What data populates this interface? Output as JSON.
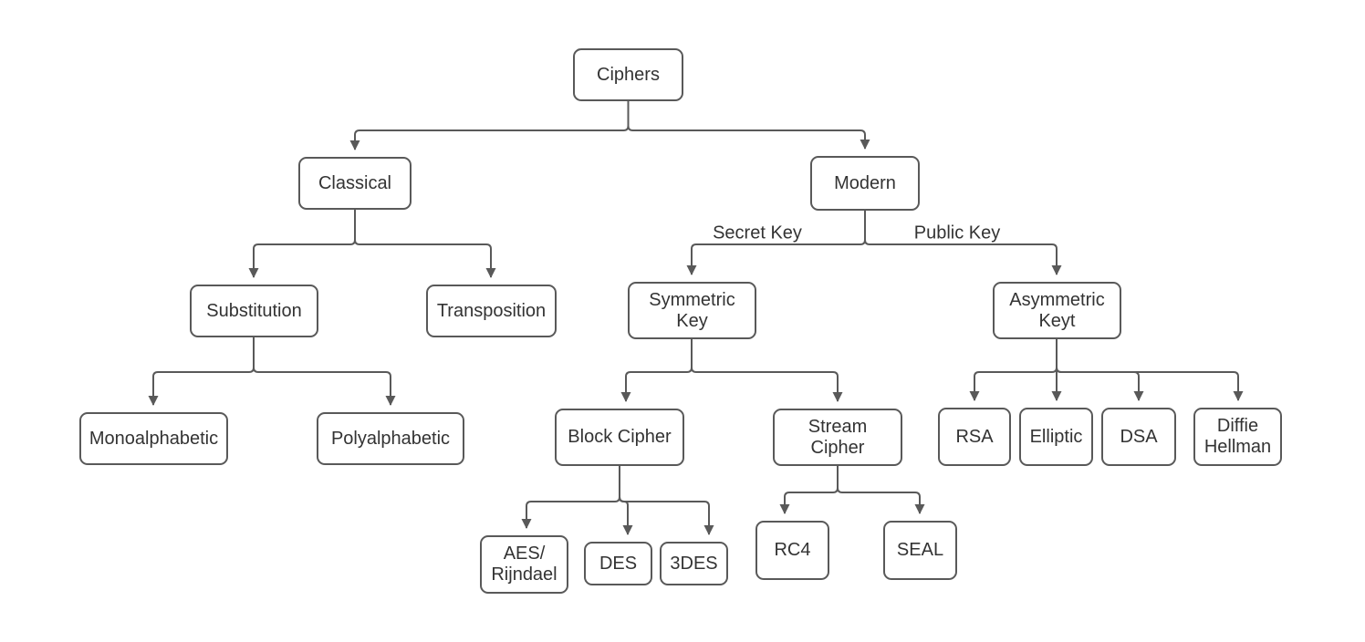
{
  "diagram": {
    "nodes": {
      "ciphers": {
        "label": "Ciphers"
      },
      "classical": {
        "label": "Classical"
      },
      "modern": {
        "label": "Modern"
      },
      "substitution": {
        "label": "Substitution"
      },
      "transposition": {
        "label": "Transposition"
      },
      "symmetric_key": {
        "label": "Symmetric\nKey"
      },
      "asymmetric_key": {
        "label": "Asymmetric\nKeyt"
      },
      "monoalphabetic": {
        "label": "Monoalphabetic"
      },
      "polyalphabetic": {
        "label": "Polyalphabetic"
      },
      "block_cipher": {
        "label": "Block Cipher"
      },
      "stream_cipher": {
        "label": "Stream\nCipher"
      },
      "rsa": {
        "label": "RSA"
      },
      "elliptic": {
        "label": "Elliptic"
      },
      "dsa": {
        "label": "DSA"
      },
      "diffie_hellman": {
        "label": "Diffie\nHellman"
      },
      "aes_rijndael": {
        "label": "AES/\nRijndael"
      },
      "des": {
        "label": "DES"
      },
      "triple_des": {
        "label": "3DES"
      },
      "rc4": {
        "label": "RC4"
      },
      "seal": {
        "label": "SEAL"
      }
    },
    "edge_labels": {
      "secret_key": "Secret Key",
      "public_key": "Public Key"
    },
    "colors": {
      "line": "#595959",
      "box_border": "#595959",
      "text": "#333333",
      "background": "#ffffff"
    }
  }
}
